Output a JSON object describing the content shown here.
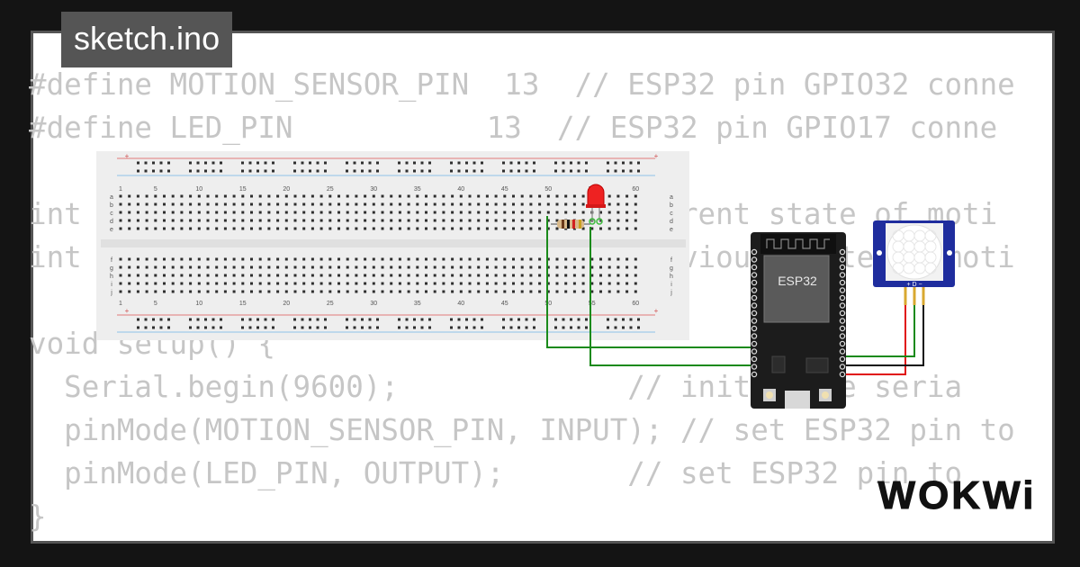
{
  "title": "sketch.ino",
  "brand": "WOKWi",
  "code_lines": [
    "#define MOTION_SENSOR_PIN  13  // ESP32 pin GPIO32 conne",
    "#define LED_PIN           13  // ESP32 pin GPIO17 conne",
    "",
    "int                                 rrent state of moti",
    "int                                 evious state of moti",
    "",
    "void setup() {",
    "  Serial.begin(9600);             // initialize seria",
    "  pinMode(MOTION_SENSOR_PIN, INPUT); // set ESP32 pin to",
    "  pinMode(LED_PIN, OUTPUT);       // set ESP32 pin to",
    "}"
  ],
  "breadboard": {
    "column_labels": [
      "1",
      "5",
      "10",
      "15",
      "20",
      "25",
      "30",
      "35",
      "40",
      "45",
      "50",
      "55",
      "60"
    ],
    "row_labels_top": [
      "a",
      "b",
      "c",
      "d",
      "e"
    ],
    "row_labels_bottom": [
      "f",
      "g",
      "h",
      "i",
      "j"
    ],
    "rail_plus": "+",
    "rail_minus": "-"
  },
  "esp32": {
    "label": "ESP32"
  },
  "pir": {
    "pins": "+ D −"
  },
  "colors": {
    "background": "#141414",
    "card": "#ffffff",
    "code_text": "#c6c6c6",
    "tab_bg": "#555555",
    "wire_green": "#1a8a1a",
    "wire_red": "#e01010",
    "wire_black": "#111111",
    "pir_blue": "#1f2d9e",
    "board_dark": "#1c1c1c"
  }
}
